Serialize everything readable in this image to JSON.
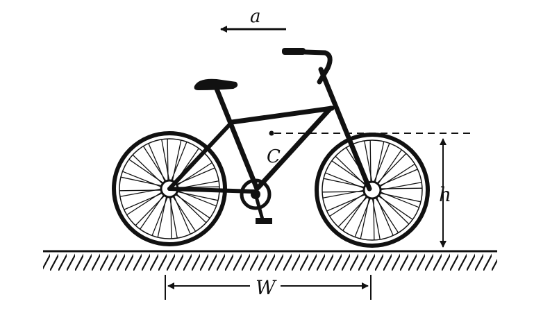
{
  "labels": {
    "acceleration": "a",
    "center_of_mass": "C",
    "height": "h",
    "wheelbase": "W"
  },
  "colors": {
    "ink": "#111111",
    "background": "#ffffff"
  }
}
